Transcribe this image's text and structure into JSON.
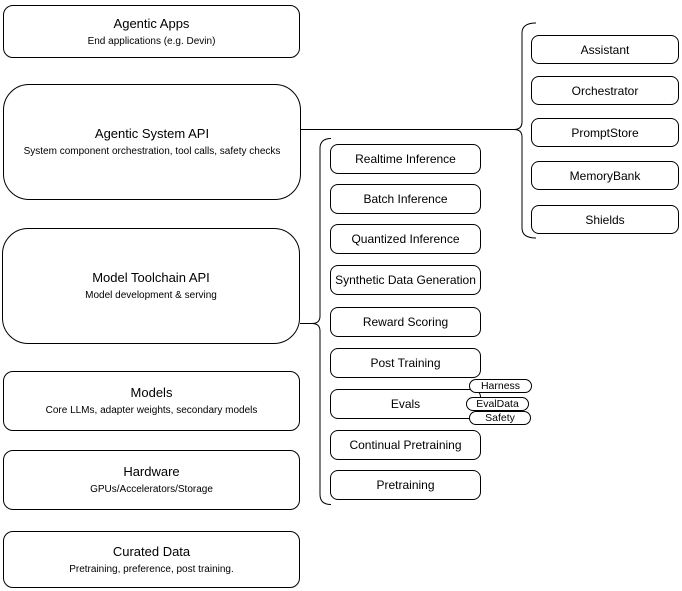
{
  "diagram": {
    "background": "#ffffff",
    "stroke": "#000000",
    "left_stack": [
      {
        "title": "Agentic Apps",
        "subtitle": "End applications (e.g. Devin)"
      },
      {
        "title": "Agentic System API",
        "subtitle": "System component orchestration, tool calls, safety checks"
      },
      {
        "title": "Model Toolchain API",
        "subtitle": "Model development & serving"
      },
      {
        "title": "Models",
        "subtitle": "Core LLMs, adapter weights, secondary models"
      },
      {
        "title": "Hardware",
        "subtitle": "GPUs/Accelerators/Storage"
      },
      {
        "title": "Curated Data",
        "subtitle": "Pretraining, preference, post training."
      }
    ],
    "toolchain_stack": [
      "Realtime Inference",
      "Batch Inference",
      "Quantized Inference",
      "Synthetic Data Generation",
      "Reward Scoring",
      "Post Training",
      "Evals",
      "Continual Pretraining",
      "Pretraining"
    ],
    "evals_tags": [
      "Harness",
      "EvalData",
      "Safety"
    ],
    "system_components": [
      "Assistant",
      "Orchestrator",
      "PromptStore",
      "MemoryBank",
      "Shields"
    ]
  }
}
